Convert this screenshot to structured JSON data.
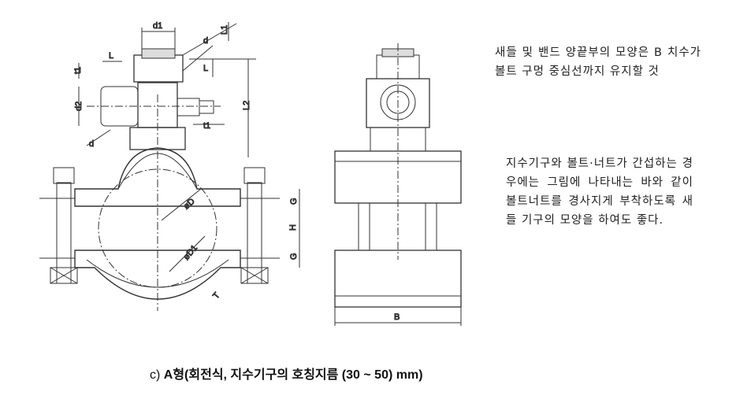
{
  "notes": {
    "note1": "새들 및 밴드 양끝부의 모양은 B 치수가 볼트 구멍 중심선까지 유지할 것",
    "note2": "지수기구와 볼트·너트가 간섭하는 경우에는 그림에 나타내는 바와 같이 볼트너트를 경사지게 부착하도록 새들 기구의 모양을 하여도 좋다."
  },
  "caption": {
    "prefix": "c) ",
    "title": "A형(회전식, 지수기구의 호칭지름 (30 ~ 50) mm)"
  },
  "labels": {
    "d1": "d1",
    "L1": "L1",
    "d_top": "d",
    "L_left": "L",
    "L_right": "L",
    "t1_left": "t1",
    "d2": "d2",
    "L2": "L2",
    "t1_right": "t1",
    "d_bottom": "d",
    "phiD": "øD",
    "phiD1": "øD1",
    "T": "T",
    "G1": "G",
    "H": "H",
    "G2": "G",
    "B": "B"
  }
}
